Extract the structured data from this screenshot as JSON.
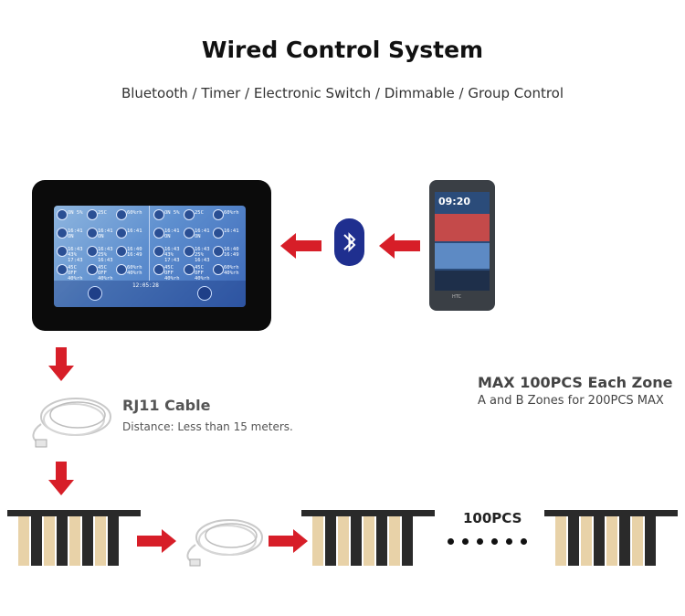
{
  "header": {
    "title": "Wired Control System",
    "subtitle": "Bluetooth / Timer / Electronic Switch / Dimmable / Group Control"
  },
  "controller": {
    "tiles": [
      {
        "a": "ON 5%",
        "b": "25C",
        "c": "60%rh"
      },
      {
        "a": "16:41 ON",
        "b": "16:41 ON",
        "c": "16:41"
      },
      {
        "a": "16:43 43% 17:43",
        "b": "16:43 25% 16:43",
        "c": "16:40 16:49"
      },
      {
        "a": "45C OFF 40%rh",
        "b": "45C OFF 40%rh",
        "c": "60%rh 40%rh"
      }
    ],
    "clock": "12:05:28"
  },
  "phone": {
    "time": "09:20",
    "brand": "HTC"
  },
  "cable": {
    "label": "RJ11 Cable",
    "description": "Distance: Less than 15 meters."
  },
  "zone": {
    "label": "MAX 100PCS Each Zone",
    "description": "A and B Zones for 200PCS MAX"
  },
  "chain": {
    "count_label": "100PCS"
  },
  "colors": {
    "arrow": "#d71e28",
    "bluetooth": "#1f2f8f",
    "led_warm": "#e8d2a8",
    "frame": "#2a2a2a"
  }
}
